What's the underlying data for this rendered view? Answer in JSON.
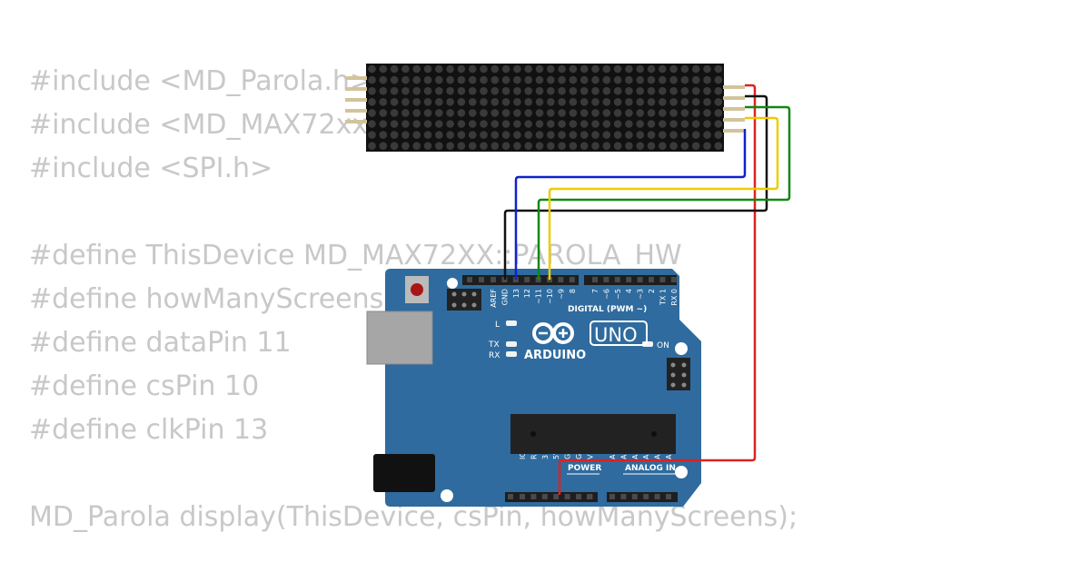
{
  "code_lines": [
    "#include <MD_Parola.h>",
    "#include <MD_MAX72xx.h>",
    "#include <SPI.h>",
    "",
    "#define ThisDevice MD_MAX72XX::PAROLA_HW",
    "#define howManyScreens 4",
    "#define dataPin 11",
    "#define csPin 10",
    "#define clkPin 13",
    "",
    "MD_Parola display(ThisDevice, csPin, howManyScreens);"
  ],
  "matrix": {
    "columns": 32,
    "rows": 8,
    "dot_color": "#3a3a3a"
  },
  "board": {
    "brand": "ARDUINO",
    "model": "UNO",
    "header_label": "DIGITAL (PWM ~)",
    "on_label": "ON",
    "led_l": "L",
    "led_tx": "TX",
    "led_rx": "RX",
    "power_label": "POWER",
    "analog_label": "ANALOG IN",
    "top_pins": [
      "AREF",
      "GND",
      "13",
      "12",
      "~11",
      "~10",
      "~9",
      "8",
      "7",
      "~6",
      "~5",
      "4",
      "~3",
      "2",
      "TX 1",
      "RX 0"
    ],
    "bottom_pins": [
      "IOREF",
      "RESET",
      "3.3V",
      "5V",
      "GND",
      "GND",
      "Vin",
      "A0",
      "A1",
      "A2",
      "A3",
      "A4",
      "A5"
    ],
    "color": "#2f6b9e"
  },
  "wires": [
    {
      "name": "vcc",
      "color": "#dd2222"
    },
    {
      "name": "gnd",
      "color": "#111111"
    },
    {
      "name": "din",
      "color": "#118811"
    },
    {
      "name": "cs",
      "color": "#eecc00"
    },
    {
      "name": "clk",
      "color": "#1122cc"
    }
  ]
}
